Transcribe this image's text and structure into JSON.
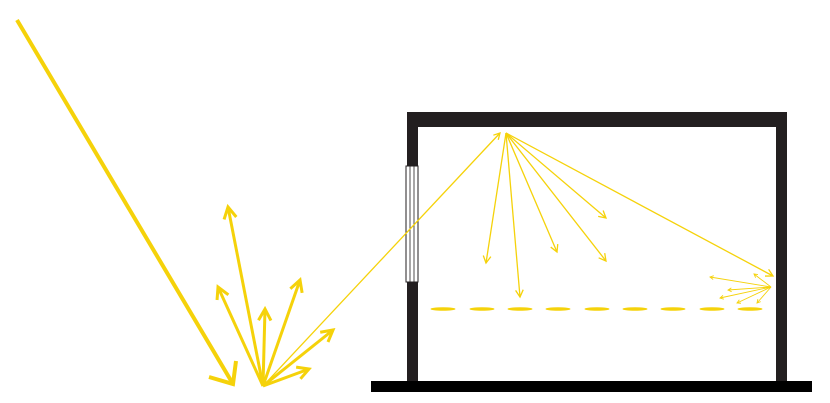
{
  "colors": {
    "light": "#F5D20A",
    "building": "#231F20",
    "ground": "#000000",
    "window_frame": "#231F20"
  },
  "diagram": {
    "elements": [
      "sunlight-ray",
      "ground-reflection",
      "window",
      "ceiling-reflection",
      "wall-reflection",
      "floor-illumination"
    ]
  }
}
